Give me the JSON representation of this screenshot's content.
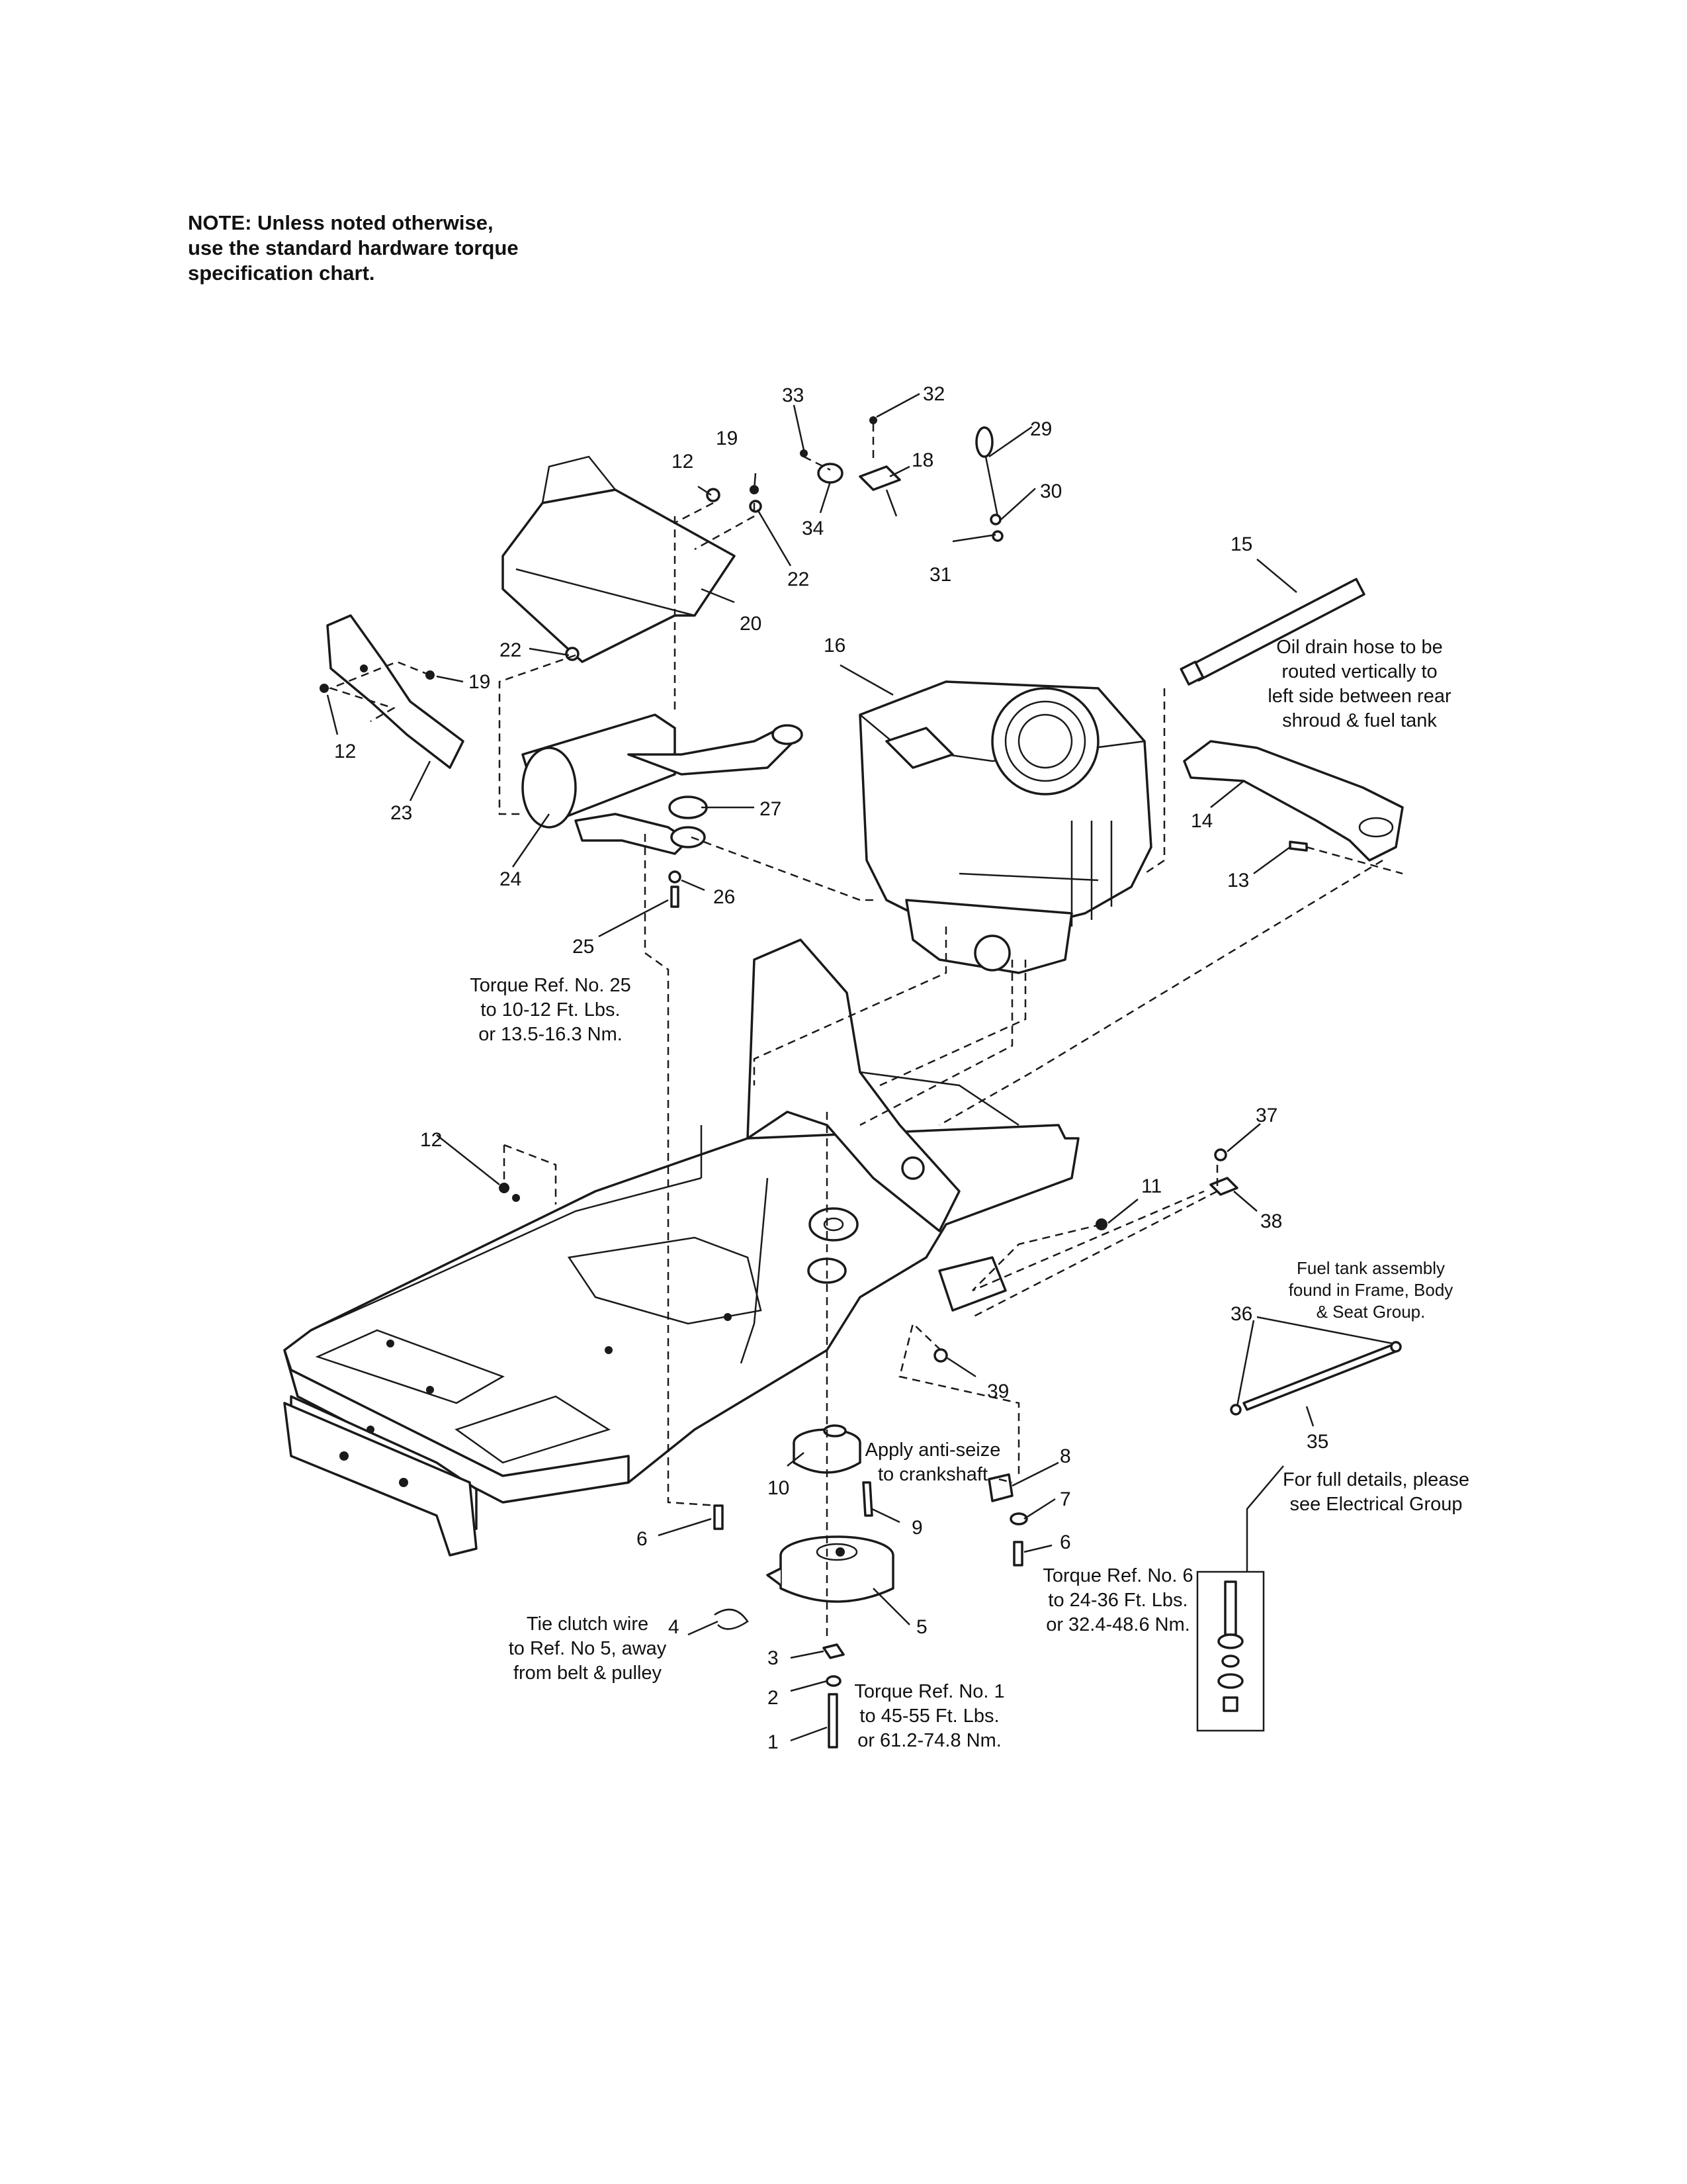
{
  "note": [
    "NOTE: Unless noted otherwise,",
    "use the standard hardware torque",
    "specification chart."
  ],
  "callouts": {
    "c33": "33",
    "c32": "32",
    "c29": "29",
    "c30": "30",
    "c31": "31",
    "c19a": "19",
    "c12a": "12",
    "c18": "18",
    "c34": "34",
    "c22a": "22",
    "c20": "20",
    "c15": "15",
    "c16": "16",
    "c22b": "22",
    "c19b": "19",
    "c12b": "12",
    "c23": "23",
    "c27": "27",
    "c24": "24",
    "c26": "26",
    "c25": "25",
    "c14": "14",
    "c13": "13",
    "c12c": "12",
    "c11": "11",
    "c37": "37",
    "c38": "38",
    "c36": "36",
    "c35": "35",
    "c39": "39",
    "c10": "10",
    "c8": "8",
    "c7": "7",
    "c9": "9",
    "c6a": "6",
    "c6b": "6",
    "c4": "4",
    "c5": "5",
    "c3": "3",
    "c2": "2",
    "c1": "1"
  },
  "captions": {
    "oil_drain": [
      "Oil drain hose to be",
      "routed vertically to",
      "left side between rear",
      "shroud & fuel tank"
    ],
    "torque_25": [
      "Torque Ref. No. 25",
      "to 10-12 Ft. Lbs.",
      "or 13.5-16.3 Nm."
    ],
    "fuel_tank": [
      "Fuel tank assembly",
      "found in Frame, Body",
      "& Seat Group."
    ],
    "anti_seize": [
      "Apply anti-seize",
      "to crankshaft"
    ],
    "electrical": [
      "For full details, please",
      "see Electrical Group"
    ],
    "torque_6": [
      "Torque Ref. No. 6",
      "to 24-36 Ft. Lbs.",
      "or 32.4-48.6 Nm."
    ],
    "clutch_wire": [
      "Tie clutch wire",
      "to Ref. No 5, away",
      "from belt & pulley"
    ],
    "torque_1": [
      "Torque Ref. No. 1",
      "to 45-55 Ft. Lbs.",
      "or 61.2-74.8 Nm."
    ]
  }
}
